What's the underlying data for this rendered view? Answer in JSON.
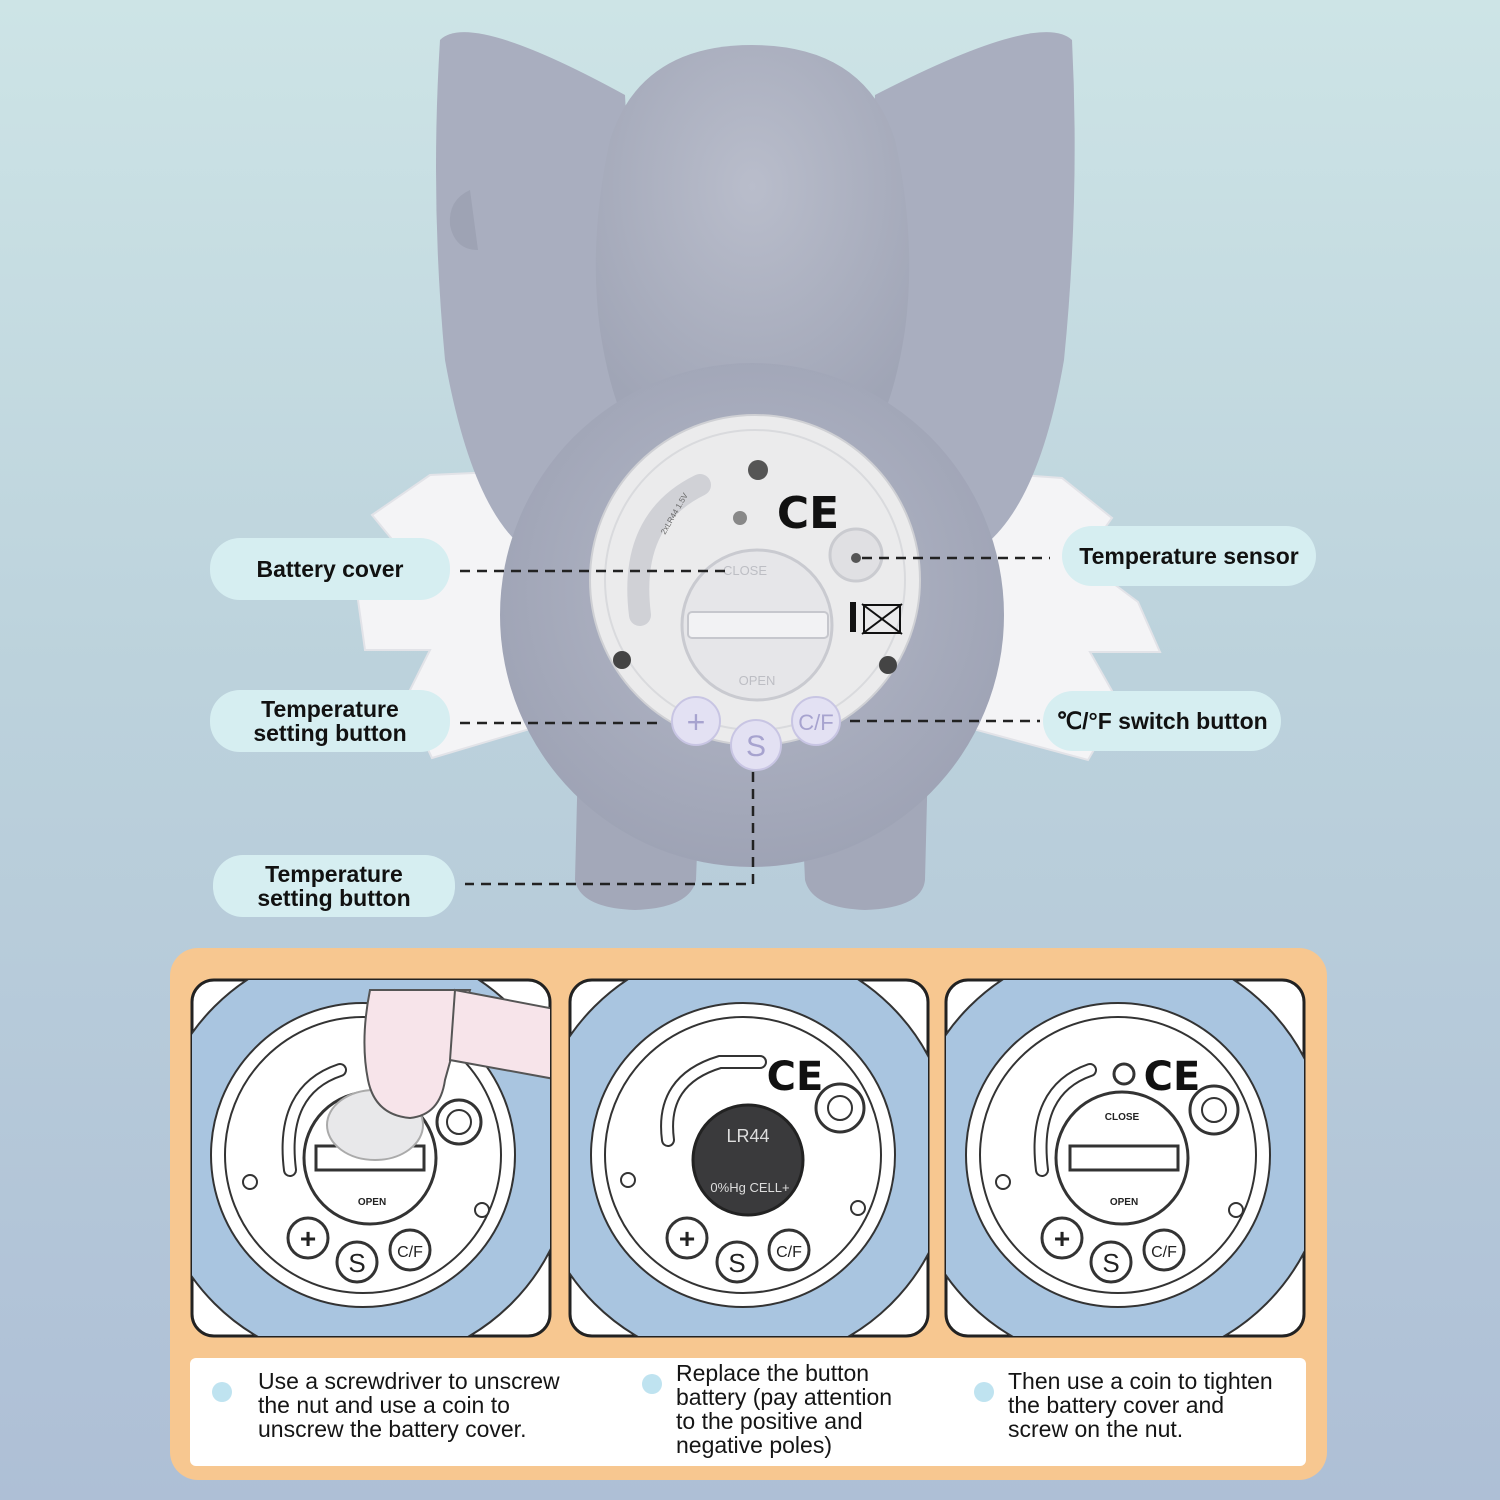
{
  "callouts": {
    "battery_cover": "Battery cover",
    "temperature_sensor": "Temperature sensor",
    "temp_setting_left": "Temperature\nsetting button",
    "cf_switch": "℃/°F switch button",
    "temp_setting_bottom": "Temperature\nsetting button"
  },
  "device_labels": {
    "close": "CLOSE",
    "open": "OPEN",
    "battery_spec": "2xLR44 1.5V",
    "ce_mark": "CE",
    "btn_plus": "+",
    "btn_s": "S",
    "btn_cf": "C/F",
    "coin_cell_model": "LR44",
    "coin_cell_text": "0%Hg CELL+"
  },
  "steps": [
    {
      "text": "Use a screwdriver to unscrew\nthe nut and use a coin to\nunscrew the battery cover."
    },
    {
      "text": "Replace the button\nbattery (pay attention\nto the positive and\nnegative poles)"
    },
    {
      "text": "Then use a coin to tighten\nthe battery cover and\nscrew on the nut."
    }
  ],
  "colors": {
    "background_top": "#cde4e6",
    "background_bottom": "#aebfd6",
    "elephant_gray": "#a9aebf",
    "callout_fill": "#d6eef1",
    "panel_orange": "#f7c790",
    "ring_blue": "#a9c5e0",
    "step_dot": "#bfe3f0"
  }
}
